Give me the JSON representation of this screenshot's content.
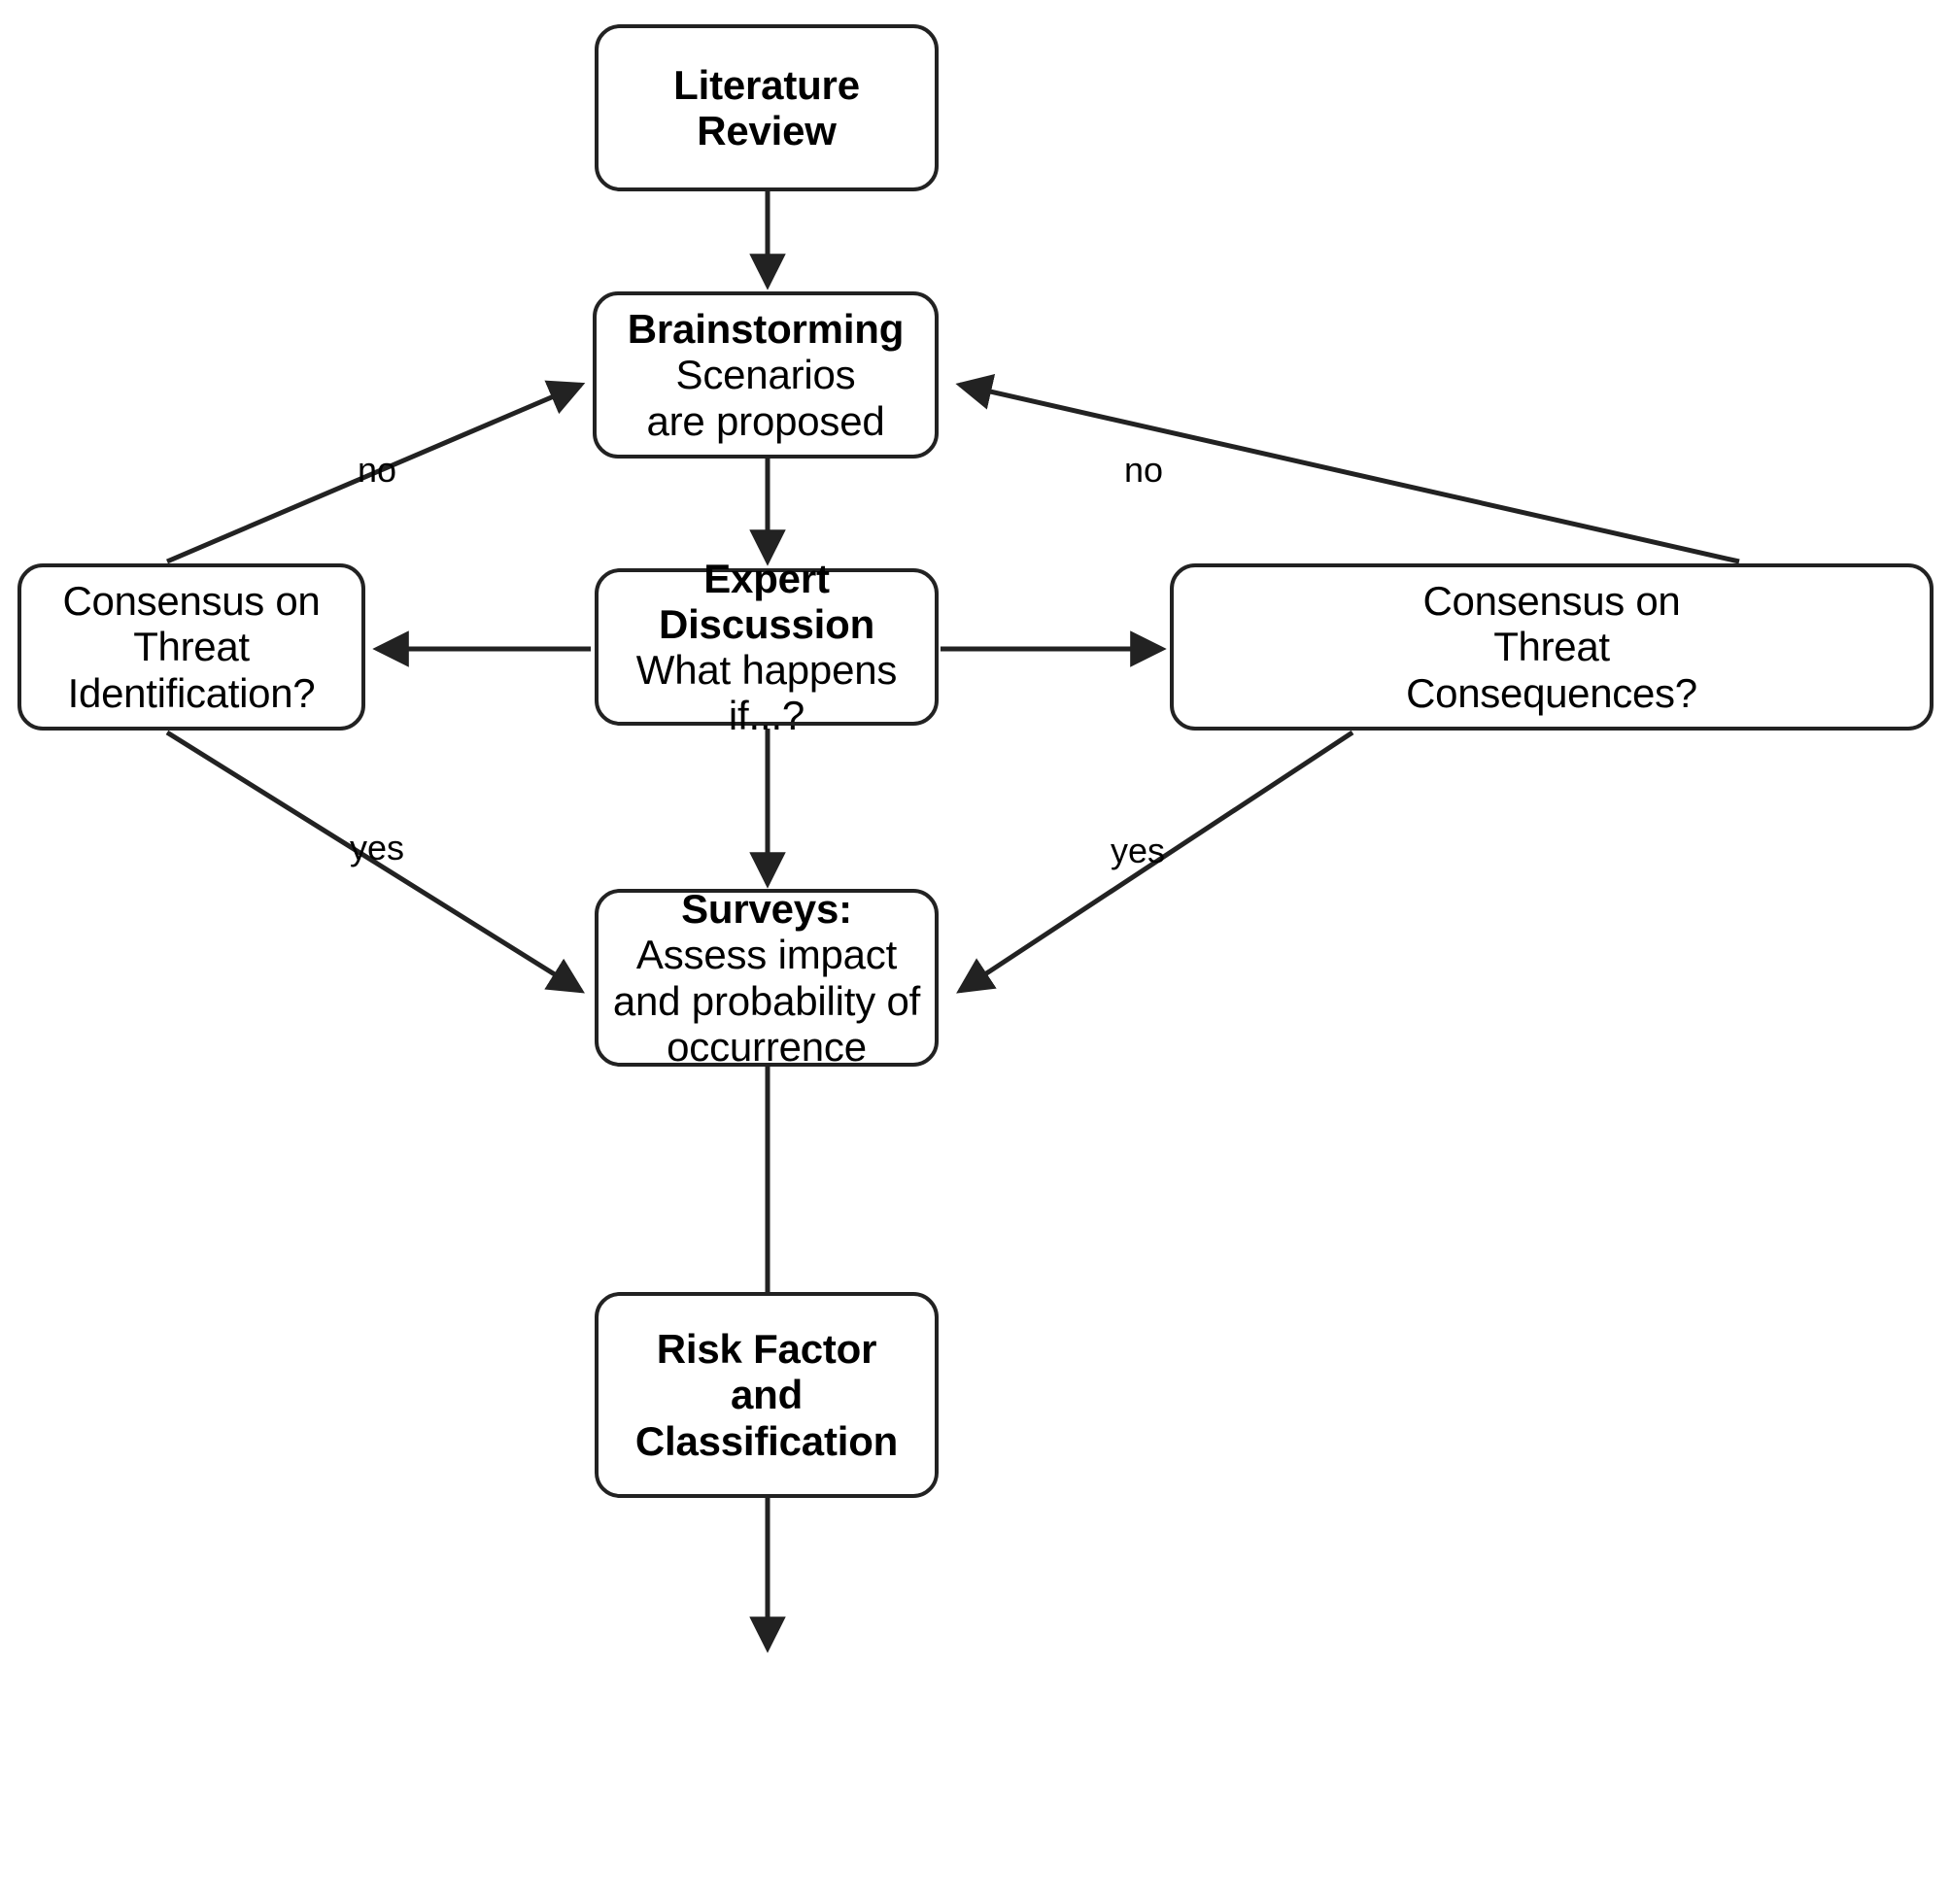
{
  "diagram": {
    "type": "flowchart",
    "title": "Risk assessment methodology flowchart",
    "style": {
      "node_fill": "#ffffff",
      "node_border": "#222222",
      "edge_color": "#222222",
      "text_color": "#000000",
      "background": "#ffffff"
    }
  },
  "nodes": {
    "literature_review": {
      "title": "Literature Review",
      "subtitle": ""
    },
    "brainstorming": {
      "title": "Brainstorming",
      "subtitle": "Scenarios are proposed"
    },
    "consensus_identification": {
      "title": "",
      "plain": "Consensus on Threat Identification?"
    },
    "expert_discussion": {
      "title": "Expert Discussion",
      "subtitle": "What happens if...?"
    },
    "consensus_consequences": {
      "title": "",
      "plain": "Consensus on Threat Consequences?"
    },
    "surveys": {
      "title": "Surveys:",
      "subtitle": "Assess impact and probability of occurrence"
    },
    "risk_factor": {
      "title": "Risk Factor and Classification",
      "subtitle": ""
    }
  },
  "edge_labels": {
    "no_left": "no",
    "no_right": "no",
    "yes_left": "yes",
    "yes_right": "yes"
  },
  "edges": [
    {
      "from": "literature_review",
      "to": "brainstorming",
      "label": ""
    },
    {
      "from": "brainstorming",
      "to": "expert_discussion",
      "label": ""
    },
    {
      "from": "expert_discussion",
      "to": "consensus_identification",
      "label": ""
    },
    {
      "from": "expert_discussion",
      "to": "consensus_consequences",
      "label": ""
    },
    {
      "from": "expert_discussion",
      "to": "surveys",
      "label": ""
    },
    {
      "from": "consensus_identification",
      "to": "brainstorming",
      "label": "no"
    },
    {
      "from": "consensus_consequences",
      "to": "brainstorming",
      "label": "no"
    },
    {
      "from": "consensus_identification",
      "to": "surveys",
      "label": "yes"
    },
    {
      "from": "consensus_consequences",
      "to": "surveys",
      "label": "yes"
    },
    {
      "from": "surveys",
      "to": "risk_factor",
      "label": ""
    }
  ]
}
